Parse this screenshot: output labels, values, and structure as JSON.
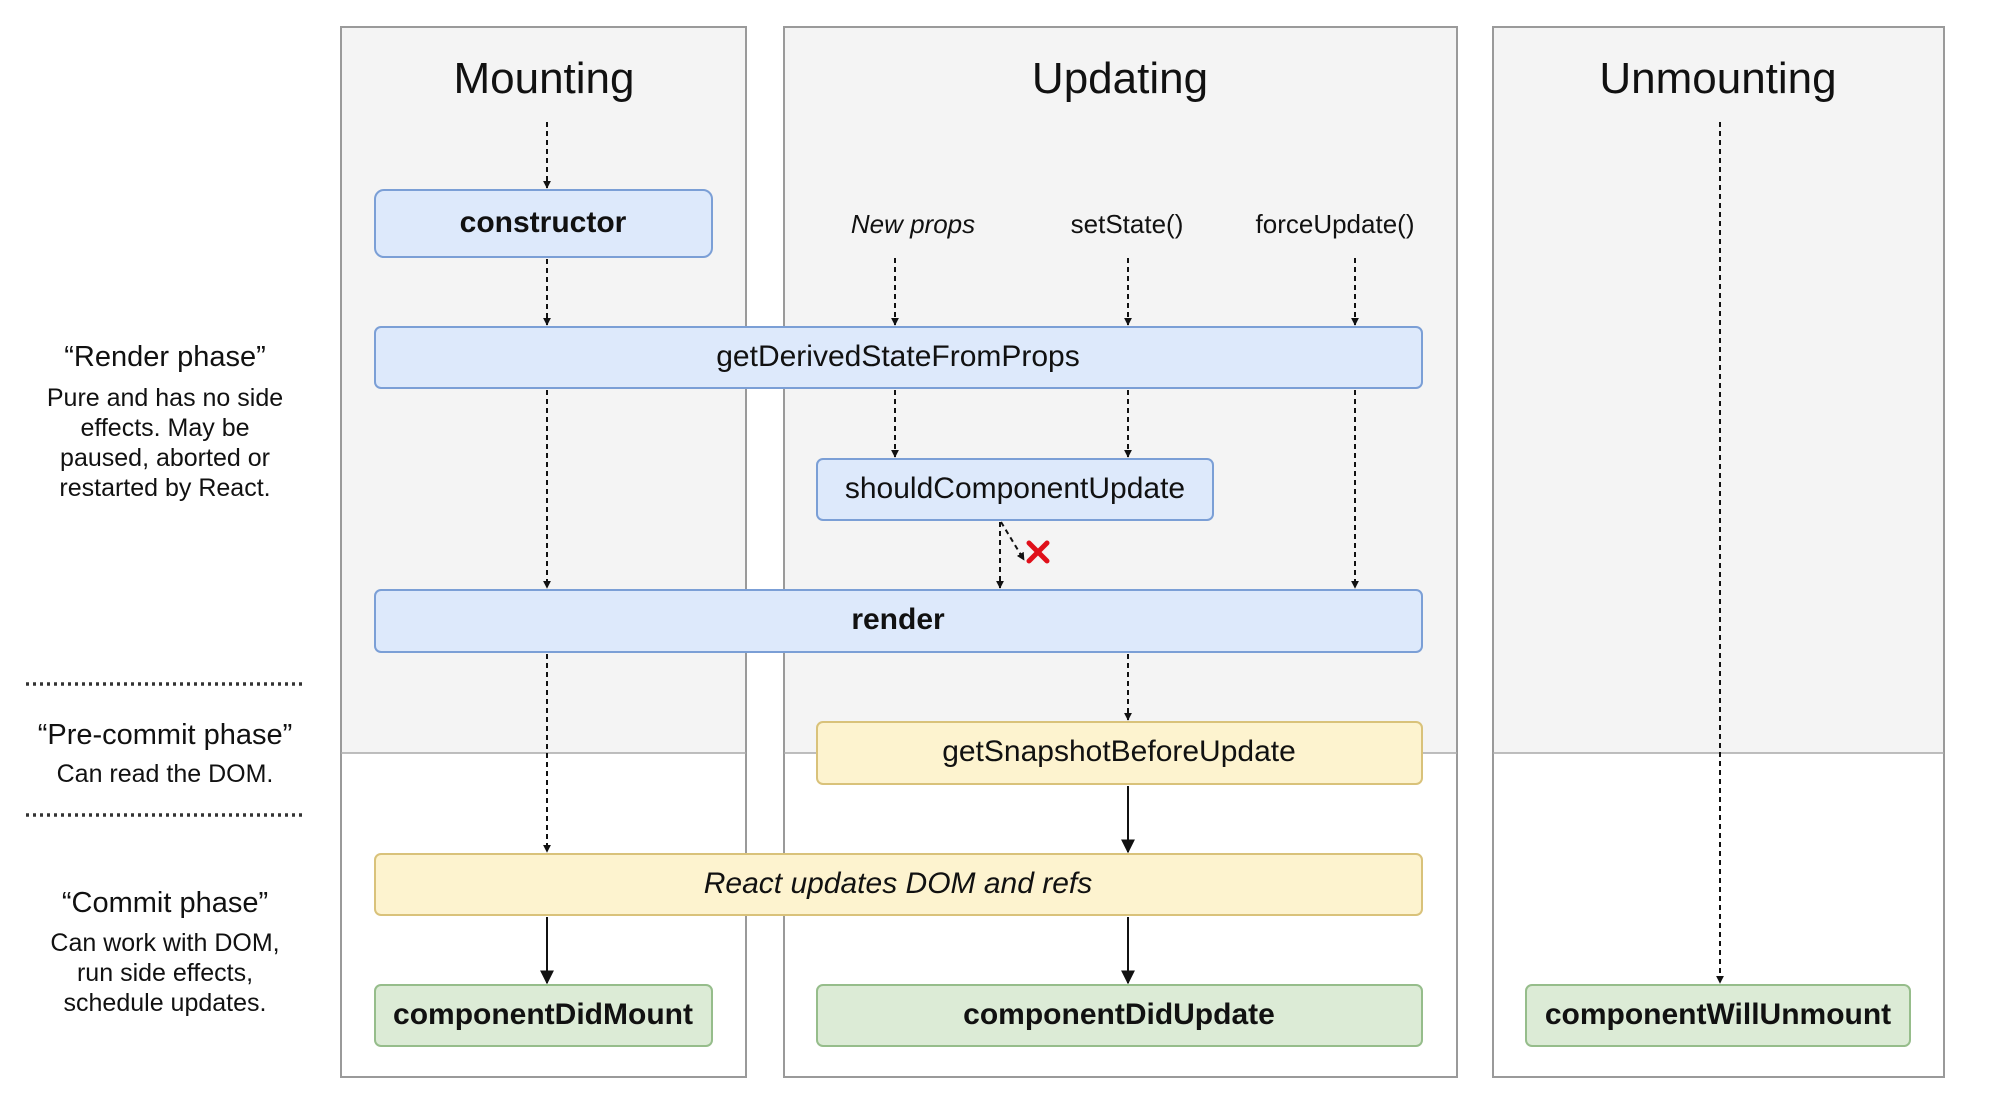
{
  "columns": {
    "mounting": "Mounting",
    "updating": "Updating",
    "unmounting": "Unmounting"
  },
  "triggers": {
    "new_props": "New props",
    "set_state": "setState()",
    "force_update": "forceUpdate()"
  },
  "methods": {
    "constructor": "constructor",
    "get_derived_state": "getDerivedStateFromProps",
    "should_component_update": "shouldComponentUpdate",
    "render": "render",
    "get_snapshot": "getSnapshotBeforeUpdate",
    "react_updates": "React updates DOM and refs",
    "component_did_mount": "componentDidMount",
    "component_did_update": "componentDidUpdate",
    "component_will_unmount": "componentWillUnmount"
  },
  "phases": {
    "render": {
      "title": "“Render phase”",
      "desc": [
        "Pure and has no side",
        "effects. May be",
        "paused, aborted or",
        "restarted by React."
      ]
    },
    "precommit": {
      "title": "“Pre-commit phase”",
      "desc": [
        "Can read the DOM."
      ]
    },
    "commit": {
      "title": "“Commit phase”",
      "desc": [
        "Can work with DOM,",
        "run side effects,",
        "schedule updates."
      ]
    }
  },
  "colors": {
    "render_phase_box": "#dde9fb",
    "precommit_box": "#fdf3cf",
    "commit_result_box": "#dcebd6",
    "cancel_mark": "#e0101a"
  }
}
